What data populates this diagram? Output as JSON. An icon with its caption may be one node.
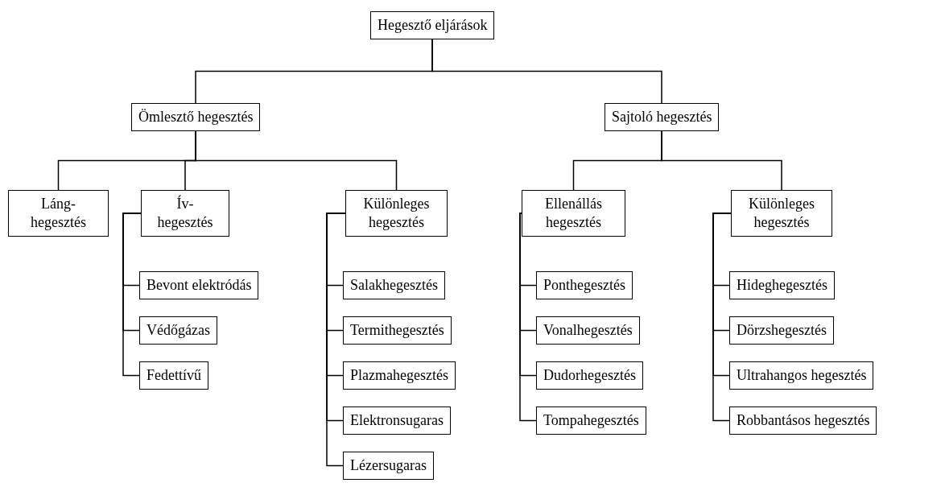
{
  "diagram": {
    "nodes": [
      {
        "text": [
          "Hegesztő eljárások"
        ]
      },
      {
        "text": [
          "Ömlesztő hegesztés"
        ]
      },
      {
        "text": [
          "Sajtoló hegesztés"
        ]
      },
      {
        "text": [
          "Láng- hegesztés"
        ]
      },
      {
        "text": [
          "Ív- hegesztés"
        ]
      },
      {
        "text": [
          "Különleges hegesztés"
        ]
      },
      {
        "text": [
          "Ellenállás hegesztés"
        ]
      },
      {
        "text": [
          "Különleges hegesztés"
        ]
      },
      {
        "text": [
          "Bevont elektródás"
        ]
      },
      {
        "text": [
          "Védőgázas"
        ]
      },
      {
        "text": [
          "Fedettívű"
        ]
      },
      {
        "text": [
          "Salakhegesztés"
        ]
      },
      {
        "text": [
          "Termithegesztés"
        ]
      },
      {
        "text": [
          "Plazmahegesztés"
        ]
      },
      {
        "text": [
          "Elektronsugaras"
        ]
      },
      {
        "text": [
          "Lézersugaras"
        ]
      },
      {
        "text": [
          "Ponthegesztés"
        ]
      },
      {
        "text": [
          "Vonalhegesztés"
        ]
      },
      {
        "text": [
          "Dudorhegesztés"
        ]
      },
      {
        "text": [
          "Tompahegesztés"
        ]
      },
      {
        "text": [
          "Hideghegesztés"
        ]
      },
      {
        "text": [
          "Dörzshegesztés"
        ]
      },
      {
        "text": [
          "Ultrahangos hegesztés"
        ]
      },
      {
        "text": [
          "Robbantásos hegesztés"
        ]
      }
    ],
    "edges": [
      {
        "from": 0,
        "to": 1,
        "arrow": "none"
      },
      {
        "from": 0,
        "to": 2,
        "arrow": "none"
      },
      {
        "from": 1,
        "to": 3,
        "arrow": "none"
      },
      {
        "from": 1,
        "to": 4,
        "arrow": "none"
      },
      {
        "from": 1,
        "to": 5,
        "arrow": "none"
      },
      {
        "from": 2,
        "to": 6,
        "arrow": "none"
      },
      {
        "from": 2,
        "to": 7,
        "arrow": "none"
      },
      {
        "from": 4,
        "to": 8,
        "arrow": "none"
      },
      {
        "from": 4,
        "to": 9,
        "arrow": "none"
      },
      {
        "from": 4,
        "to": 10,
        "arrow": "none"
      },
      {
        "from": 5,
        "to": 11,
        "arrow": "none"
      },
      {
        "from": 5,
        "to": 12,
        "arrow": "none"
      },
      {
        "from": 5,
        "to": 13,
        "arrow": "none"
      },
      {
        "from": 5,
        "to": 14,
        "arrow": "none"
      },
      {
        "from": 5,
        "to": 15,
        "arrow": "none"
      },
      {
        "from": 6,
        "to": 16,
        "arrow": "none"
      },
      {
        "from": 6,
        "to": 17,
        "arrow": "none"
      },
      {
        "from": 6,
        "to": 18,
        "arrow": "none"
      },
      {
        "from": 6,
        "to": 19,
        "arrow": "none"
      },
      {
        "from": 7,
        "to": 20,
        "arrow": "none"
      },
      {
        "from": 7,
        "to": 21,
        "arrow": "none"
      },
      {
        "from": 7,
        "to": 22,
        "arrow": "none"
      },
      {
        "from": 7,
        "to": 23,
        "arrow": "none"
      }
    ]
  }
}
